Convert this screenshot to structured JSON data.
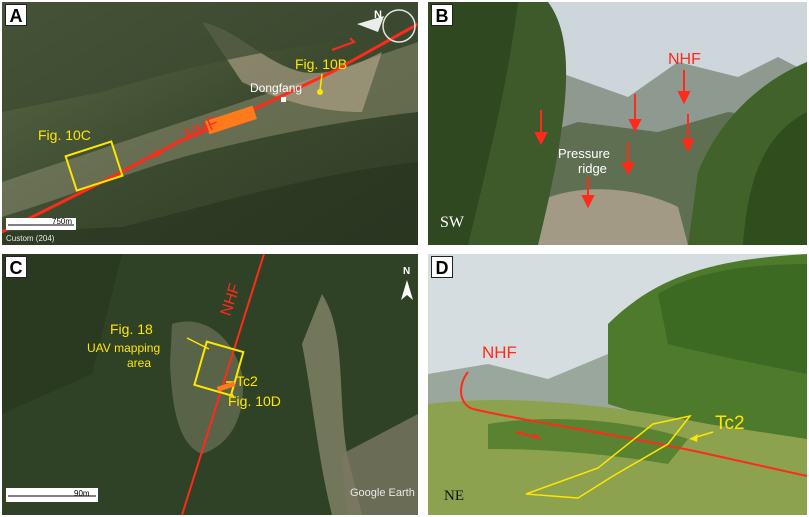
{
  "panels": {
    "a": {
      "letter": "A",
      "fault": "NHF",
      "fig10b": "Fig. 10B",
      "fig10c": "Fig. 10C",
      "town": "Dongfang",
      "scale": "750m",
      "credit": "Custom (204)",
      "compass": "N"
    },
    "b": {
      "letter": "B",
      "fault": "NHF",
      "pressure": "Pressure",
      "ridge": "ridge",
      "dir": "SW"
    },
    "c": {
      "letter": "C",
      "fault": "NHF",
      "fig18": "Fig. 18",
      "uav1": "UAV mapping",
      "uav2": "area",
      "tc2": "Tc2",
      "fig10d": "Fig. 10D",
      "scale": "90m",
      "watermark": "Google Earth",
      "compass": "N"
    },
    "d": {
      "letter": "D",
      "fault": "NHF",
      "tc2": "Tc2",
      "dir": "NE"
    }
  },
  "colors": {
    "fault": "#ff2a1a",
    "outline": "#ffe600",
    "trench": "#ff7a1a"
  }
}
